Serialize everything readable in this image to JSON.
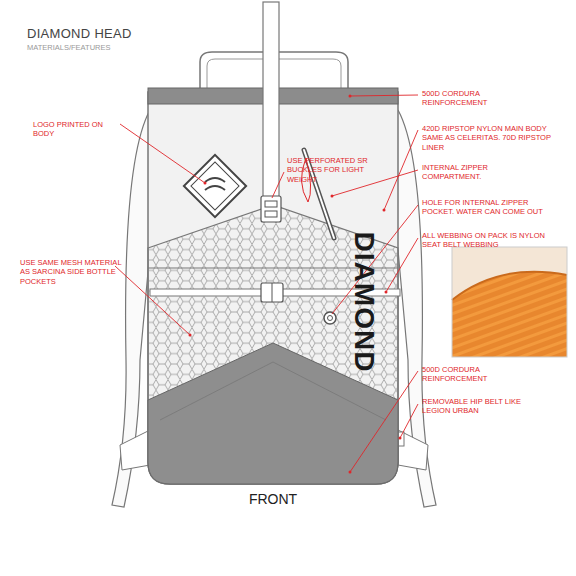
{
  "diagram": {
    "title": "DIAMOND HEAD",
    "labels": [
      "MATERIALS/FEATURES",
      "500D CORDURA REINFORCEMENT",
      "420D RIPSTOP NYLON MAIN BODY SAME AS CELERITAS. 70D RIPSTOP LINER",
      "LOGO PRINTED ON BODY",
      "USE PERFORATED SR BUCKLES FOR LIGHT WEIGHT",
      "INTERNAL ZIPPER COMPARTMENT.",
      "HOLE FOR INTERNAL ZIPPER POCKET. WATER CAN COME OUT",
      "ALL WEBBING ON PACK IS NYLON SEAT BELT WEBBING",
      "USE SAME MESH MATERIAL AS SARCINA SIDE BOTTLE POCKETS",
      "DIAMOND",
      "500D CORDURA REINFORCEMENT",
      "REMOVABLE HIP BELT LIKE LEGION URBAN",
      "FRONT"
    ]
  }
}
